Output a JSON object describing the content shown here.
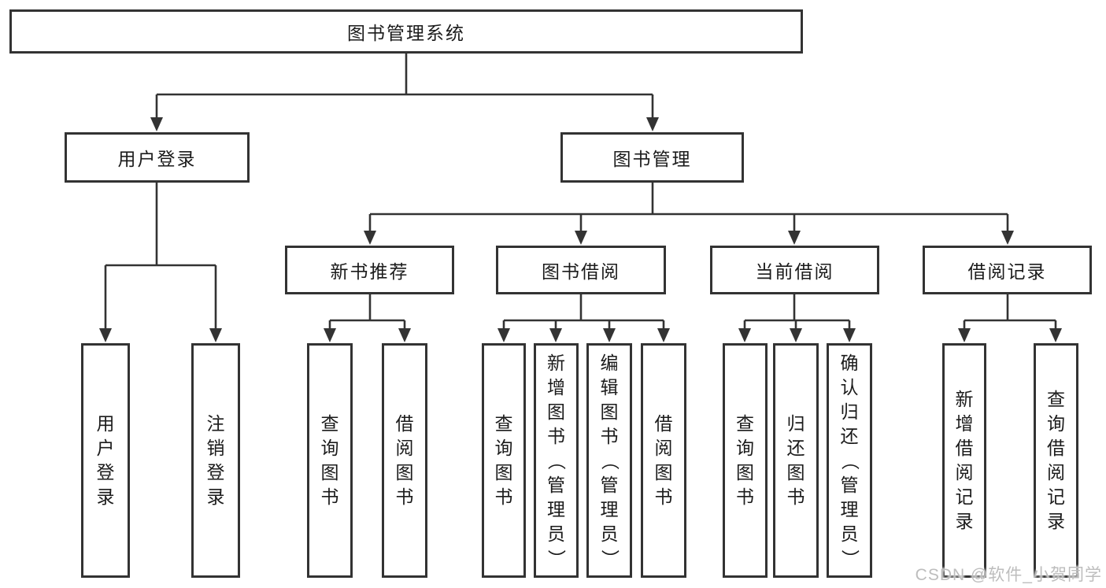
{
  "title": "图书管理系统",
  "watermark": "CSDN @软件_小贺同学",
  "colors": {
    "line": "#333333",
    "box_border": "#333333",
    "text": "#1b1b1b",
    "watermark": "#bdbdbd",
    "background": "#ffffff"
  },
  "nodes": {
    "root": "图书管理系统",
    "user_login": "用户登录",
    "book_mgmt": "图书管理",
    "new_book": "新书推荐",
    "book_borrow": "图书借阅",
    "current_borrow": "当前借阅",
    "borrow_record": "借阅记录",
    "leaves": {
      "user_login": [
        "用户登录",
        "注销登录"
      ],
      "new_book": [
        "查询图书",
        "借阅图书"
      ],
      "book_borrow": [
        "查询图书",
        "新增图书（管理员）",
        "编辑图书（管理员）",
        "借阅图书"
      ],
      "current_borrow": [
        "查询图书",
        "归还图书",
        "确认归还（管理员）"
      ],
      "borrow_record": [
        "新增借阅记录",
        "查询借阅记录"
      ]
    }
  }
}
